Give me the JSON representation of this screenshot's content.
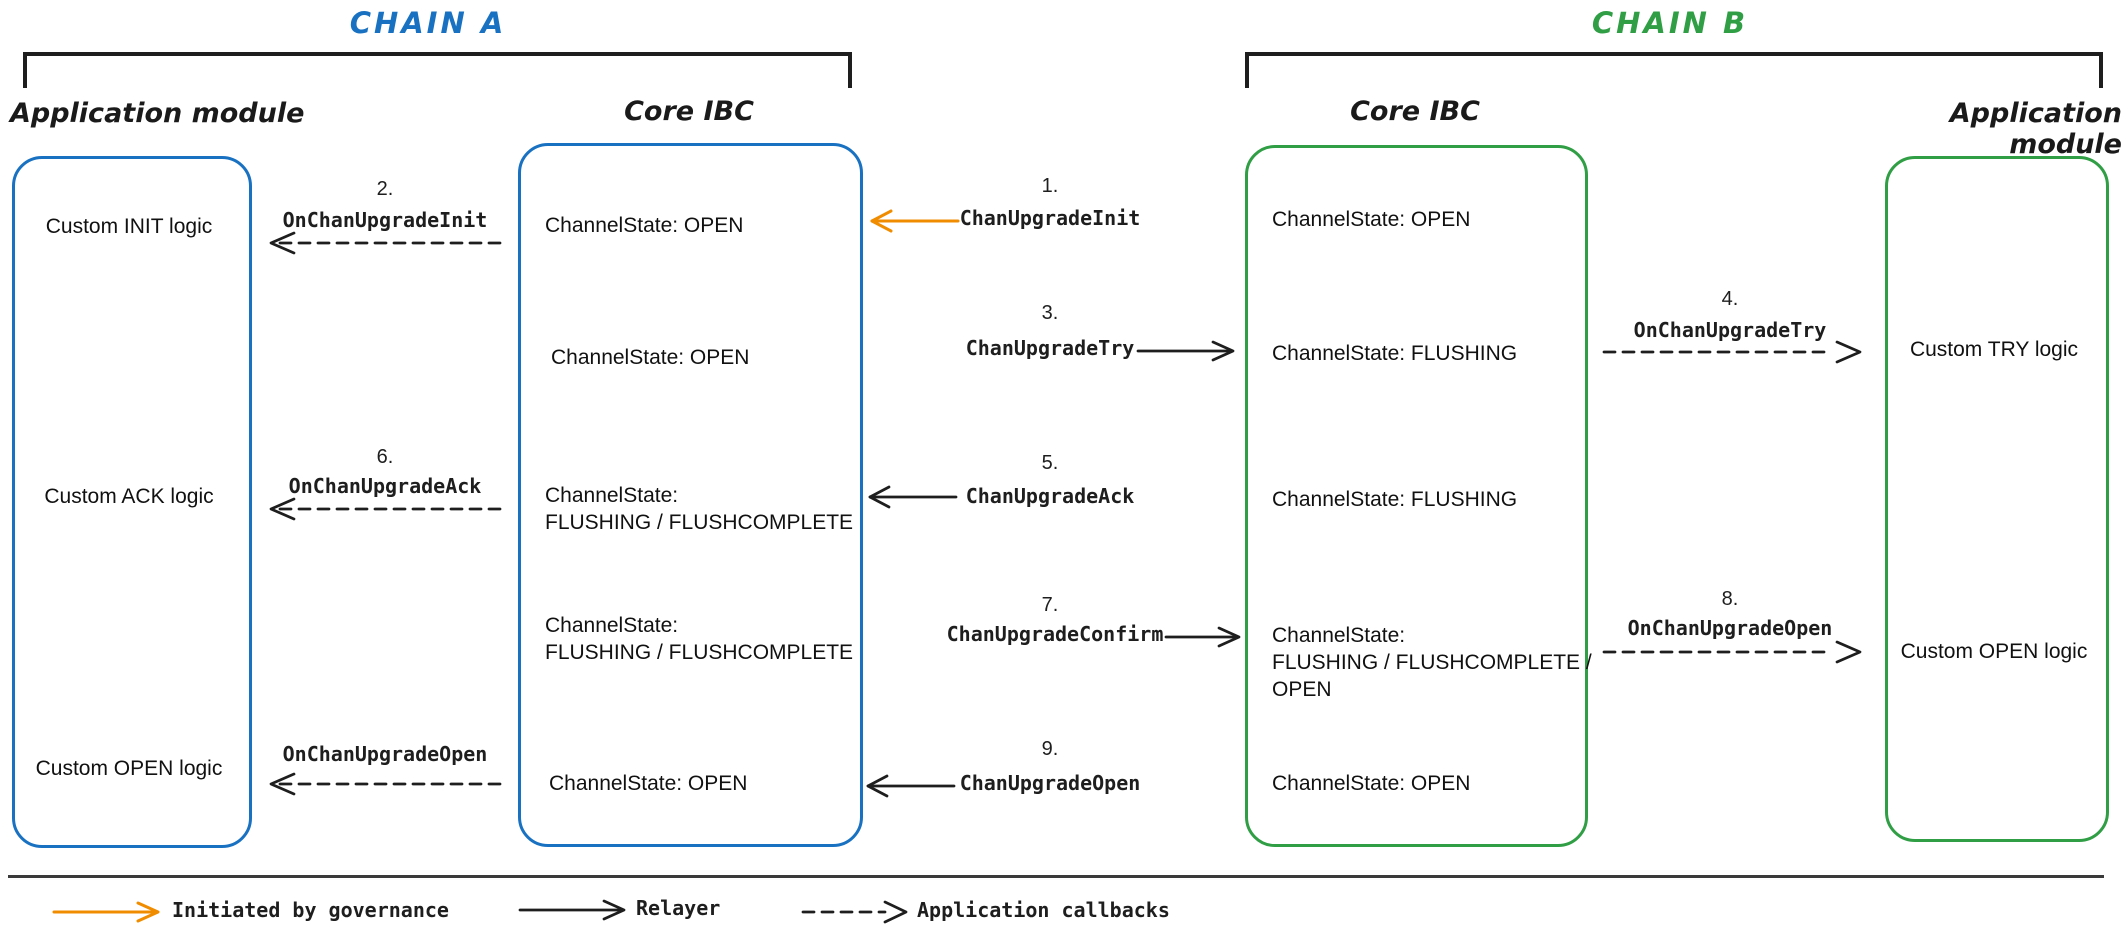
{
  "chain_a": {
    "title": "CHAIN A"
  },
  "chain_b": {
    "title": "CHAIN B"
  },
  "columns": {
    "app_a": "Application module",
    "core_a": "Core IBC",
    "core_b": "Core IBC",
    "app_b": "Application module"
  },
  "app_a": {
    "r1": "Custom INIT logic",
    "r3": "Custom ACK logic",
    "r5": "Custom OPEN logic"
  },
  "app_b": {
    "r2": "Custom TRY logic",
    "r4": "Custom OPEN logic"
  },
  "core_a": {
    "r1": "ChannelState: OPEN",
    "r2": "ChannelState: OPEN",
    "r3": "ChannelState:\nFLUSHING / FLUSHCOMPLETE",
    "r4": "ChannelState:\nFLUSHING / FLUSHCOMPLETE",
    "r5": "ChannelState: OPEN"
  },
  "core_b": {
    "r1": "ChannelState: OPEN",
    "r2": "ChannelState: FLUSHING",
    "r3": "ChannelState: FLUSHING",
    "r4": "ChannelState:\nFLUSHING / FLUSHCOMPLETE /\nOPEN",
    "r5": "ChannelState: OPEN"
  },
  "messages": {
    "m1": {
      "num": "1.",
      "label": "ChanUpgradeInit"
    },
    "m3": {
      "num": "3.",
      "label": "ChanUpgradeTry"
    },
    "m5": {
      "num": "5.",
      "label": "ChanUpgradeAck"
    },
    "m7": {
      "num": "7.",
      "label": "ChanUpgradeConfirm"
    },
    "m9": {
      "num": "9.",
      "label": "ChanUpgradeOpen"
    }
  },
  "callbacks": {
    "c2": {
      "num": "2.",
      "label": "OnChanUpgradeInit"
    },
    "c4": {
      "num": "4.",
      "label": "OnChanUpgradeTry"
    },
    "c6": {
      "num": "6.",
      "label": "OnChanUpgradeAck"
    },
    "c8": {
      "num": "8.",
      "label": "OnChanUpgradeOpen"
    },
    "c_open": {
      "label": "OnChanUpgradeOpen"
    }
  },
  "legend": {
    "governance": "Initiated by governance",
    "relayer": "Relayer",
    "callbacks": "Application callbacks"
  },
  "colors": {
    "chain_a_blue": "#1971c2",
    "chain_b_green": "#2f9e44",
    "governance_orange": "#f08c00",
    "ink": "#1e1e1e"
  }
}
